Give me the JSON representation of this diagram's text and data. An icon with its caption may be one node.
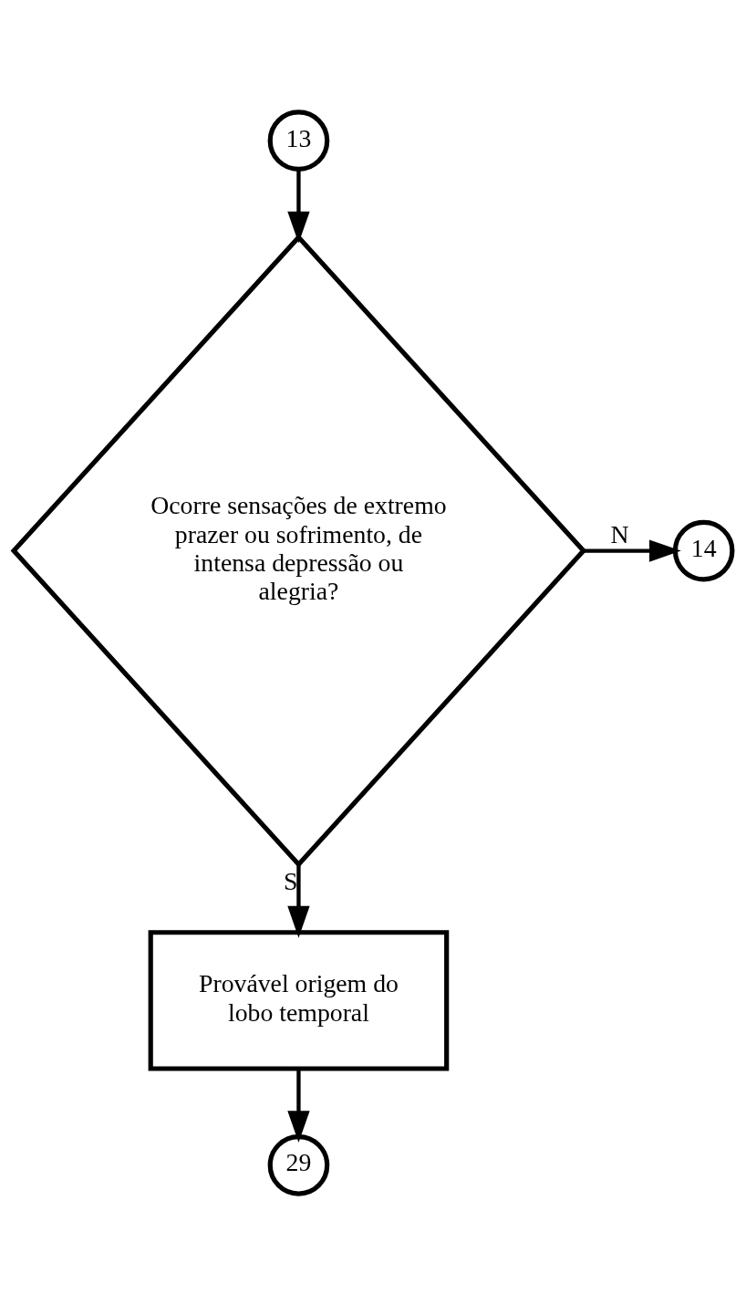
{
  "diagram": {
    "nodes": [
      {
        "text": [
          "13"
        ]
      },
      {
        "text": [
          "Ocorre sensações de extremo prazer ou sofrimento, de intensa depressão ou alegria?"
        ]
      },
      {
        "text": [
          "14"
        ]
      },
      {
        "text": [
          "Provável origem do lobo temporal"
        ]
      },
      {
        "text": [
          "29"
        ]
      }
    ],
    "edges": [
      {
        "from": 0,
        "to": 1,
        "arrow": "to"
      },
      {
        "from": 1,
        "to": 2,
        "arrow": "to",
        "label": "N"
      },
      {
        "from": 1,
        "to": 3,
        "arrow": "to",
        "label": "S"
      },
      {
        "from": 3,
        "to": 4,
        "arrow": "to"
      }
    ]
  }
}
